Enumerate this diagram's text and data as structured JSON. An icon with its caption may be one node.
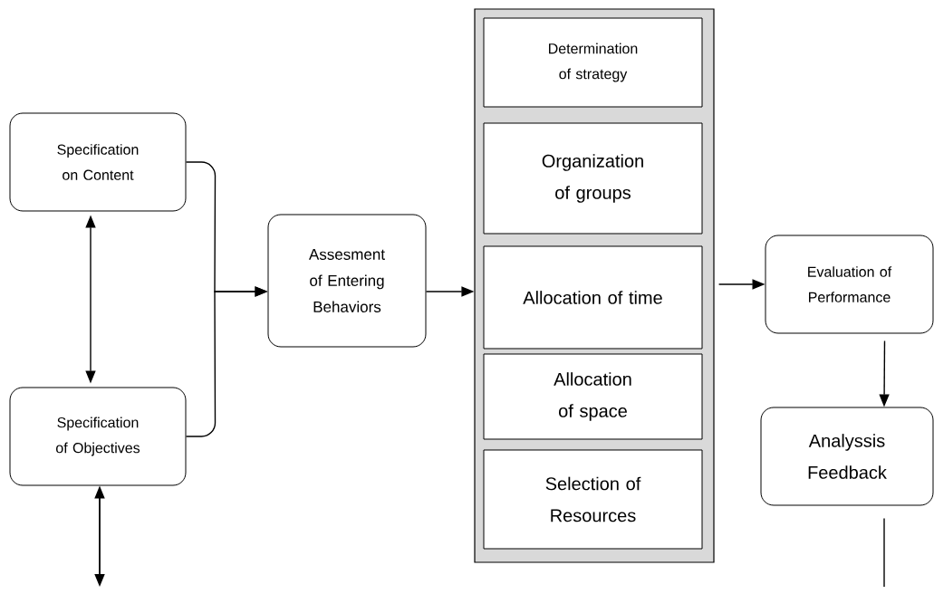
{
  "diagram": {
    "nodes": [
      {
        "text": [
          "Specification on Content"
        ]
      },
      {
        "text": [
          "Specification of Objectives"
        ]
      },
      {
        "text": [
          "Assesment of Entering Behaviors"
        ]
      },
      {
        "text": [],
        "shape": "box"
      },
      {
        "text": [
          "Determination of strategy"
        ],
        "in": 3
      },
      {
        "text": [
          "Organization of groups"
        ],
        "in": 3
      },
      {
        "text": [
          "Allocation of time"
        ],
        "in": 3
      },
      {
        "text": [
          "Allocation of space"
        ],
        "in": 3
      },
      {
        "text": [
          "Selection of Resources"
        ],
        "in": 3
      },
      {
        "text": [
          "Evaluation of Performance"
        ]
      },
      {
        "text": [
          "Analyssis Feedback"
        ]
      }
    ],
    "edges": [
      {
        "from": 0,
        "to": 1,
        "arrow": "both"
      },
      {
        "from": 0,
        "to": 2,
        "arrow": "to"
      },
      {
        "from": 1,
        "to": 2,
        "arrow": "to"
      },
      {
        "from": 2,
        "to": 3,
        "arrow": "to"
      },
      {
        "from": 3,
        "to": 9,
        "arrow": "to"
      },
      {
        "from": 9,
        "to": 10,
        "arrow": "to"
      },
      {
        "from": null,
        "to": 1,
        "arrow": "both"
      },
      {
        "from": 10,
        "to": null,
        "arrow": "none"
      }
    ]
  }
}
